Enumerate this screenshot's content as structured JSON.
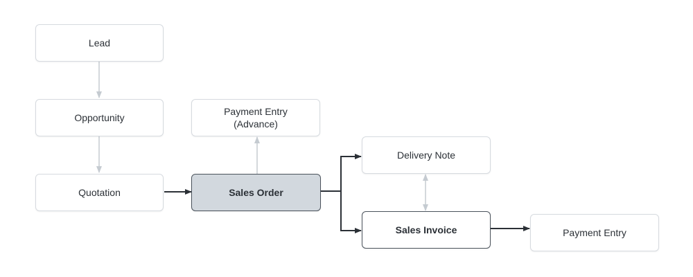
{
  "nodes": {
    "lead": "Lead",
    "opportunity": "Opportunity",
    "quotation": "Quotation",
    "payment_entry_advance_line1": "Payment Entry",
    "payment_entry_advance_line2": "(Advance)",
    "sales_order": "Sales Order",
    "delivery_note": "Delivery Note",
    "sales_invoice": "Sales Invoice",
    "payment_entry": "Payment Entry"
  },
  "colors": {
    "primary_arrow": "#2b3036",
    "secondary_arrow": "#c5cbd1",
    "active_fill": "#d2d8de"
  }
}
